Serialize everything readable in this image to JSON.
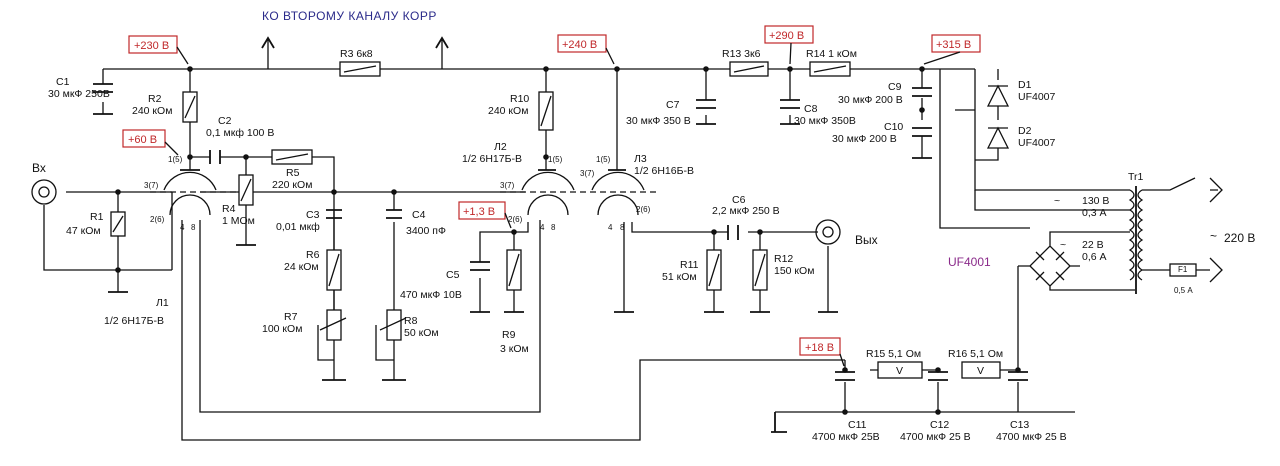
{
  "title": "КО ВТОРОМУ  КАНАЛУ  КОРР",
  "io": {
    "input": "Вх",
    "output": "Вых"
  },
  "voltages": [
    "+230 В",
    "+60 В",
    "+240 В",
    "+290 В",
    "+315 В",
    "+1,3 В",
    "+18 В"
  ],
  "resistors": {
    "R1": [
      "R1",
      "47 кОм"
    ],
    "R2": [
      "R2",
      "240 кОм"
    ],
    "R3": [
      "R3  6к8"
    ],
    "R4": [
      "R4",
      "1 МОм"
    ],
    "R5": [
      "R5",
      "220 кОм"
    ],
    "R6": [
      "R6",
      "24 кОм"
    ],
    "R7": [
      "R7",
      "100 кОм"
    ],
    "R8": [
      "R8",
      "50 кОм"
    ],
    "R9": [
      "R9",
      "3 кОм"
    ],
    "R10": [
      "R10",
      "240 кОм"
    ],
    "R11": [
      "R11",
      "51 кОм"
    ],
    "R12": [
      "R12",
      "150 кОм"
    ],
    "R13": [
      "R13  3к6"
    ],
    "R14": [
      "R14  1 кОм"
    ],
    "R15": [
      "R15  5,1 Ом"
    ],
    "R16": [
      "R16  5,1 Ом"
    ]
  },
  "capacitors": {
    "C1": [
      "C1",
      "30 мкФ 250В"
    ],
    "C2": [
      "C2",
      "0,1 мкф 100 В"
    ],
    "C3": [
      "C3",
      "0,01 мкф"
    ],
    "C4": [
      "C4",
      "3400 пФ"
    ],
    "C5": [
      "C5",
      "470 мкФ 10В"
    ],
    "C6": [
      "C6",
      "2,2 мкФ 250 В"
    ],
    "C7": [
      "C7",
      "30 мкФ 350 В"
    ],
    "C8": [
      "C8",
      "30 мкФ 350В"
    ],
    "C9": [
      "C9",
      "30 мкФ 200 В"
    ],
    "C10": [
      "C10",
      "30 мкФ 200 В"
    ],
    "C11": [
      "C11",
      "4700 мкФ 25В"
    ],
    "C12": [
      "C12",
      "4700 мкФ 25 В"
    ],
    "C13": [
      "C13",
      "4700 мкФ 25 В"
    ]
  },
  "tubes": {
    "L1": [
      "Л1",
      "1/2  6Н17Б-В"
    ],
    "L2": [
      "Л2",
      "1/2  6Н17Б-В"
    ],
    "L3": [
      "Л3",
      "1/2  6Н16Б-В"
    ]
  },
  "pins": {
    "p15": "1(5)",
    "p37": "3(7)",
    "p26": "2(6)",
    "p4": "4",
    "p8": "8"
  },
  "diodes": [
    "D1",
    "UF4007",
    "D2",
    "UF4007"
  ],
  "bridge_label": "UF4001",
  "transformer": {
    "name": "Tr1",
    "sec1": [
      "130 В",
      "0,3 А"
    ],
    "sec2": [
      "22 В",
      "0,6 А"
    ],
    "mains": "220 В",
    "fuse": [
      "F1",
      "0,5 А"
    ],
    "tilde": "~"
  },
  "regulator_mark": "V"
}
